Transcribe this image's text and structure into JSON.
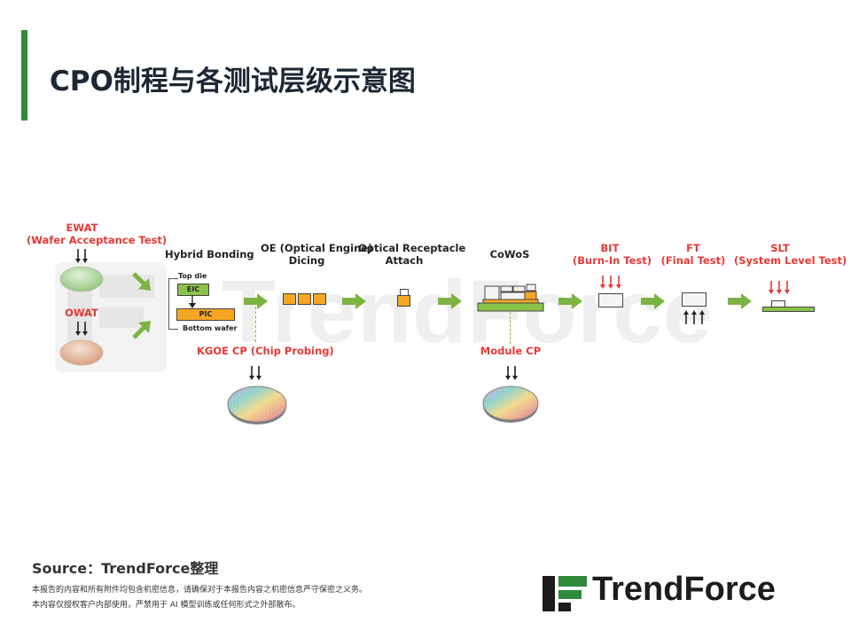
{
  "title": "CPO制程与各测试层级示意图",
  "watermark": "TrendForce",
  "wafer_tests": {
    "ewat": {
      "name": "EWAT",
      "desc": "(Wafer Acceptance Test)"
    },
    "owat": {
      "name": "OWAT"
    }
  },
  "steps": {
    "hybrid_bonding": {
      "label": "Hybrid Bonding",
      "top_die": "Top die",
      "eic": "EIC",
      "pic": "PIC",
      "bottom_wafer": "Bottom wafer"
    },
    "oe_dicing": {
      "line1": "OE (Optical Engine)",
      "line2": "Dicing"
    },
    "receptacle": {
      "line1": "Optical Receptacle",
      "line2": "Attach"
    },
    "cowos": {
      "label": "CoWoS"
    },
    "bit": {
      "line1": "BIT",
      "line2": "(Burn-In Test)"
    },
    "ft": {
      "line1": "FT",
      "line2": "(Final Test)"
    },
    "slt": {
      "line1": "SLT",
      "line2": "(System Level Test)"
    }
  },
  "probes": {
    "kgoe": "KGOE CP (Chip Probing)",
    "module": "Module CP"
  },
  "colors": {
    "accent_green": "#2e8b3a",
    "arrow_green": "#7cb342",
    "test_red": "#e53935",
    "die_orange": "#f5a623",
    "eic_green": "#8bc34a"
  },
  "footer": {
    "source": "Source：TrendForce整理",
    "note1": "本报告的内容和所有附件均包含机密信息，请确保对于本报告内容之机密信息严守保密之义务。",
    "note2": "本内容仅授权客户内部使用，严禁用于 AI 模型训练或任何形式之外部散布。",
    "logo_text": "TrendForce"
  }
}
